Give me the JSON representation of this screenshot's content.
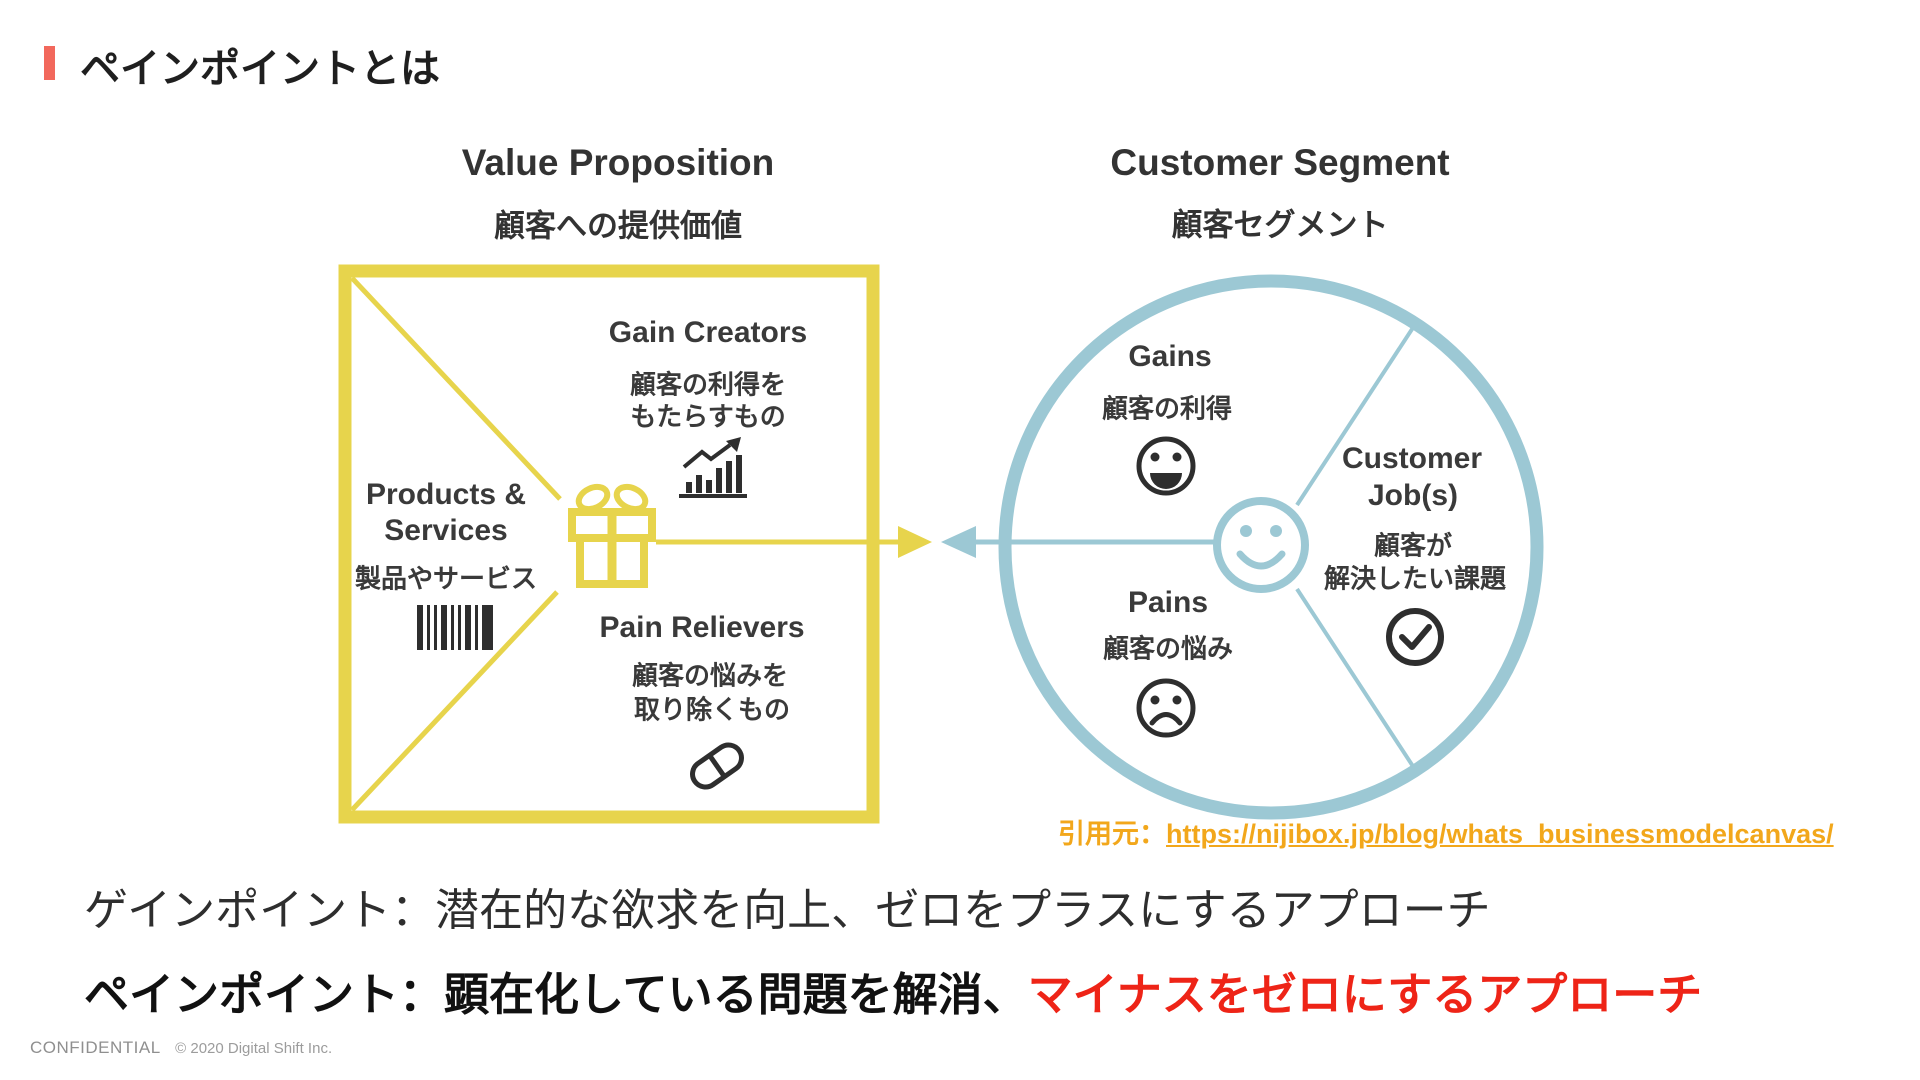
{
  "title": "ペインポイントとは",
  "colors": {
    "title_marker": "#F2685C",
    "value_proposition_yellow": "#E7D44C",
    "customer_segment_blue": "#9CC8D4",
    "icon_dark": "#2E2E2E",
    "citation_orange": "#F2A71B",
    "summary_red": "#EE2417"
  },
  "value_proposition": {
    "heading_en": "Value Proposition",
    "heading_ja": "顧客への提供価値",
    "gain_creators": {
      "label": "Gain Creators",
      "desc1": "顧客の利得を",
      "desc2": "もたらすもの",
      "icon": "growth-chart-icon"
    },
    "products_services": {
      "label1": "Products &",
      "label2": "Services",
      "desc": "製品やサービス",
      "icon": "barcode-icon"
    },
    "pain_relievers": {
      "label": "Pain Relievers",
      "desc1": "顧客の悩みを",
      "desc2": "取り除くもの",
      "icon": "pill-icon"
    },
    "center_icon": "gift-icon"
  },
  "customer_segment": {
    "heading_en": "Customer Segment",
    "heading_ja": "顧客セグメント",
    "gains": {
      "label": "Gains",
      "desc": "顧客の利得",
      "icon": "happy-face-icon"
    },
    "customer_jobs": {
      "label1": "Customer",
      "label2": "Job(s)",
      "desc1": "顧客が",
      "desc2": "解決したい課題",
      "icon": "check-icon"
    },
    "pains": {
      "label": "Pains",
      "desc": "顧客の悩み",
      "icon": "sad-face-icon"
    },
    "center_icon": "smiley-icon"
  },
  "citation": {
    "prefix": "引用元：",
    "url": "https://nijibox.jp/blog/whats_businessmodelcanvas/"
  },
  "summary": {
    "gain_line": "ゲインポイント：潜在的な欲求を向上、ゼロをプラスにするアプローチ",
    "pain_line_black": "ペインポイント：顕在化している問題を解消、",
    "pain_line_red": "マイナスをゼロにするアプローチ"
  },
  "footer": {
    "confidential": "CONFIDENTIAL",
    "copyright": "© 2020 Digital Shift Inc."
  }
}
